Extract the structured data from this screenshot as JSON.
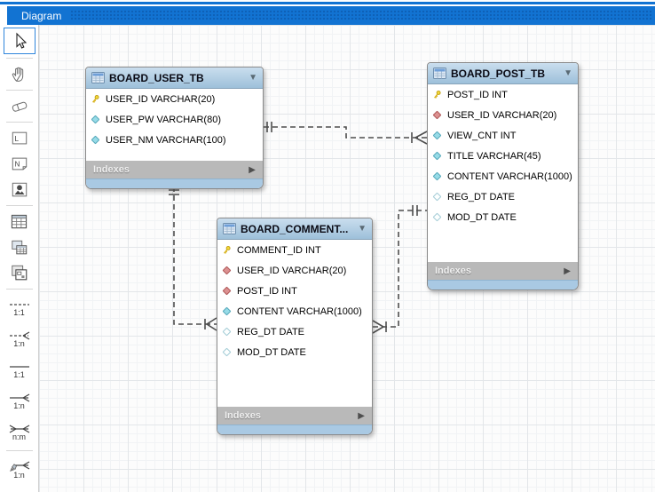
{
  "titlebar": {
    "title": "Diagram"
  },
  "colors": {
    "titlebar_blue": "#1273d2",
    "table_header_blue": "#a9c9e3",
    "indexes_bar_gray": "#b9b9b9",
    "grid_line": "#e3e6e9",
    "relationship_line": "#4d4d4d",
    "primary_key_gold": "#f0d435",
    "attribute_cyan": "#97dbe7",
    "foreign_key_red": "#dc9191"
  },
  "toolbar": {
    "tools": [
      {
        "name": "selection-tool",
        "selected": true
      },
      {
        "name": "pan-tool"
      },
      {
        "name": "eraser-tool"
      },
      {
        "name": "layer-tool",
        "glyph": "L"
      },
      {
        "name": "note-tool",
        "glyph": "N"
      },
      {
        "name": "image-tool"
      },
      {
        "name": "table-tool"
      },
      {
        "name": "view-tool"
      },
      {
        "name": "routine-group-tool"
      },
      {
        "name": "rel-11-non-identifying-tool",
        "label": "1:1"
      },
      {
        "name": "rel-1n-non-identifying-tool",
        "label": "1:n"
      },
      {
        "name": "rel-11-identifying-tool",
        "label": "1:1"
      },
      {
        "name": "rel-1n-identifying-tool",
        "label": "1:n"
      },
      {
        "name": "rel-nm-identifying-tool",
        "label": "n:m"
      },
      {
        "name": "rel-1n-existing-columns-tool",
        "label": "1:n"
      }
    ]
  },
  "tables": [
    {
      "title": "BOARD_USER_TB",
      "footer_label": "Indexes",
      "columns": [
        {
          "text": "USER_ID VARCHAR(20)",
          "icon": "primary-key"
        },
        {
          "text": "USER_PW VARCHAR(80)",
          "icon": "not-null"
        },
        {
          "text": "USER_NM VARCHAR(100)",
          "icon": "not-null"
        }
      ]
    },
    {
      "title": "BOARD_POST_TB",
      "footer_label": "Indexes",
      "columns": [
        {
          "text": "POST_ID INT",
          "icon": "primary-key"
        },
        {
          "text": "USER_ID VARCHAR(20)",
          "icon": "foreign-key"
        },
        {
          "text": "VIEW_CNT INT",
          "icon": "not-null"
        },
        {
          "text": "TITLE VARCHAR(45)",
          "icon": "not-null"
        },
        {
          "text": "CONTENT VARCHAR(1000)",
          "icon": "not-null"
        },
        {
          "text": "REG_DT DATE",
          "icon": "nullable"
        },
        {
          "text": "MOD_DT DATE",
          "icon": "nullable"
        }
      ]
    },
    {
      "title": "BOARD_COMMENT...",
      "footer_label": "Indexes",
      "columns": [
        {
          "text": "COMMENT_ID INT",
          "icon": "primary-key"
        },
        {
          "text": "USER_ID VARCHAR(20)",
          "icon": "foreign-key"
        },
        {
          "text": "POST_ID INT",
          "icon": "foreign-key"
        },
        {
          "text": "CONTENT VARCHAR(1000)",
          "icon": "not-null"
        },
        {
          "text": "REG_DT DATE",
          "icon": "nullable"
        },
        {
          "text": "MOD_DT DATE",
          "icon": "nullable"
        }
      ]
    }
  ],
  "relationships": [
    {
      "from": "BOARD_USER_TB",
      "to": "BOARD_POST_TB",
      "type": "1:n non-identifying",
      "line_style": "dashed"
    },
    {
      "from": "BOARD_USER_TB",
      "to": "BOARD_COMMENT_TB",
      "type": "1:n non-identifying",
      "line_style": "dashed"
    },
    {
      "from": "BOARD_POST_TB",
      "to": "BOARD_COMMENT_TB",
      "type": "1:n non-identifying",
      "line_style": "dashed"
    }
  ]
}
